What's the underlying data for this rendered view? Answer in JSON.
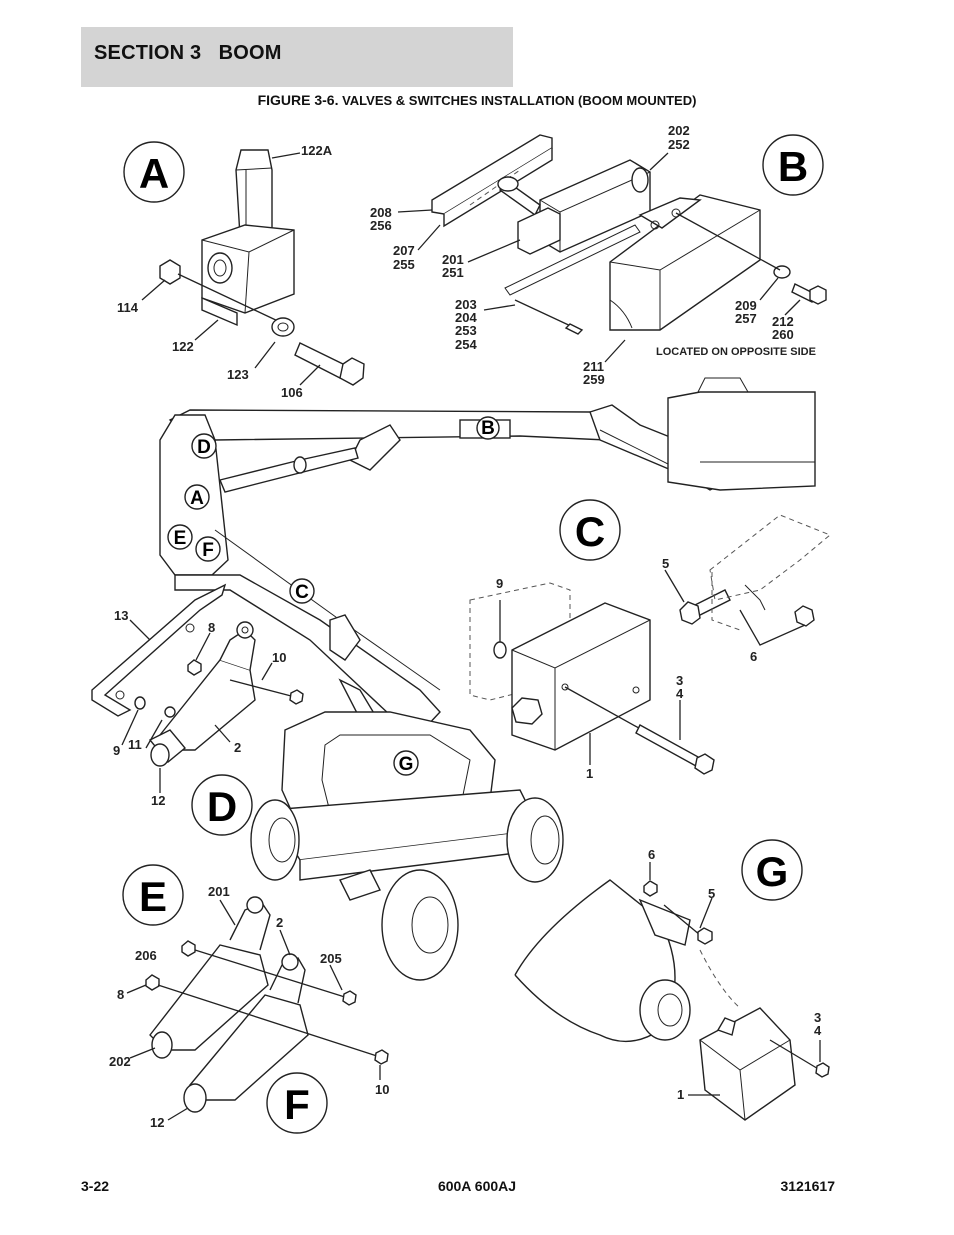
{
  "header": {
    "section": "SECTION 3   BOOM"
  },
  "figure": {
    "title_prefix": "FIGURE 3-6.",
    "title_rest": " VALVES & SWITCHES INSTALLATION (BOOM MOUNTED)"
  },
  "details": {
    "A": {
      "letter": "A",
      "labels": [
        "122A",
        "114",
        "122",
        "123",
        "106"
      ]
    },
    "B": {
      "letter": "B",
      "labels": [
        "202",
        "252",
        "208",
        "256",
        "207",
        "255",
        "201",
        "251",
        "203",
        "204",
        "253",
        "254",
        "209",
        "257",
        "212",
        "260",
        "211",
        "259"
      ],
      "note": "LOCATED ON OPPOSITE SIDE"
    },
    "C": {
      "letter": "C",
      "labels": [
        "9",
        "5",
        "6",
        "3",
        "4",
        "1"
      ]
    },
    "D": {
      "letter": "D",
      "labels": [
        "13",
        "8",
        "10",
        "9",
        "11",
        "2",
        "12"
      ]
    },
    "E": {
      "letter": "E",
      "labels": [
        "201",
        "206",
        "2",
        "205",
        "8",
        "202",
        "10",
        "12"
      ]
    },
    "F": {
      "letter": "F"
    },
    "G": {
      "letter": "G",
      "labels": [
        "6",
        "5",
        "3",
        "4",
        "1"
      ]
    }
  },
  "machine_callouts": [
    "B",
    "D",
    "A",
    "E",
    "F",
    "C",
    "G"
  ],
  "footer": {
    "page": "3-22",
    "model": "600A 600AJ",
    "doc_number": "3121617"
  }
}
